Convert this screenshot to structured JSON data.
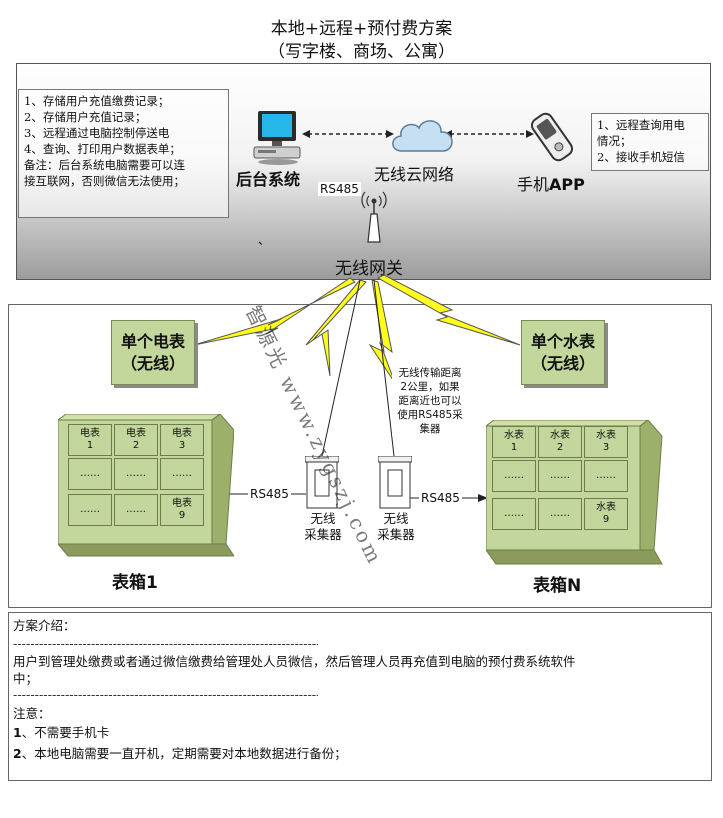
{
  "title": {
    "line1": "本地+远程+预付费方案",
    "line2": "（写字楼、商场、公寓）"
  },
  "top_note": [
    "1、存储用户充值缴费记录；",
    "2、存储用户充值记录；",
    "3、远程通过电脑控制停送电",
    "4、查询、打印用户数据表单；",
    "备注：后台系统电脑需要可以连",
    "接互联网，否则微信无法使用；"
  ],
  "right_note": [
    "1、远程查询用电",
    "情况；",
    "2、接收手机短信"
  ],
  "labels": {
    "backend": "后台系统",
    "cloud": "无线云网络",
    "app_plain": "手机",
    "app_bold": "APP",
    "rs485_top": "RS485",
    "gateway": "无线网关",
    "dot": "、",
    "single_meter_l1": "单个电表",
    "single_meter_l2": "（无线）",
    "single_water_l1": "单个水表",
    "single_water_l2": "（无线）",
    "range_note": [
      "无线传输距离",
      "2公里，如果",
      "距离近也可以",
      "使用RS485采",
      "集器"
    ],
    "collector_left_l1": "无线",
    "collector_left_l2": "采集器",
    "collector_right_l1": "无线",
    "collector_right_l2": "采集器",
    "rs485_left": "RS485",
    "rs485_right": "RS485",
    "box1": "表箱1",
    "boxn": "表箱N",
    "watermark": "智源光 www.zygszj.com"
  },
  "elec_cells": [
    [
      "电表",
      "1"
    ],
    [
      "电表",
      "2"
    ],
    [
      "电表",
      "3"
    ],
    [
      "……",
      ""
    ],
    [
      "……",
      ""
    ],
    [
      "……",
      ""
    ],
    [
      "……",
      ""
    ],
    [
      "……",
      ""
    ],
    [
      "电表",
      "9"
    ]
  ],
  "water_cells": [
    [
      "水表",
      "1"
    ],
    [
      "水表",
      "2"
    ],
    [
      "水表",
      "3"
    ],
    [
      "……",
      ""
    ],
    [
      "……",
      ""
    ],
    [
      "……",
      ""
    ],
    [
      "……",
      ""
    ],
    [
      "……",
      ""
    ],
    [
      "水表",
      "9"
    ]
  ],
  "bottom": {
    "intro": "方案介绍：",
    "dashes": "-------------------------------------------------------------------------------------------",
    "intro_text1": "用户到管理处缴费或者通过微信缴费给管理处人员微信，然后管理人员再充值到电脑的预付费系统软件",
    "intro_text2": "中；",
    "notice": "注意：",
    "item1_num": "1",
    "item1_text": "、不需要手机卡",
    "item2_num": "2",
    "item2_text": "、本地电脑需要一直开机，定期需要对本地数据进行备份；"
  }
}
